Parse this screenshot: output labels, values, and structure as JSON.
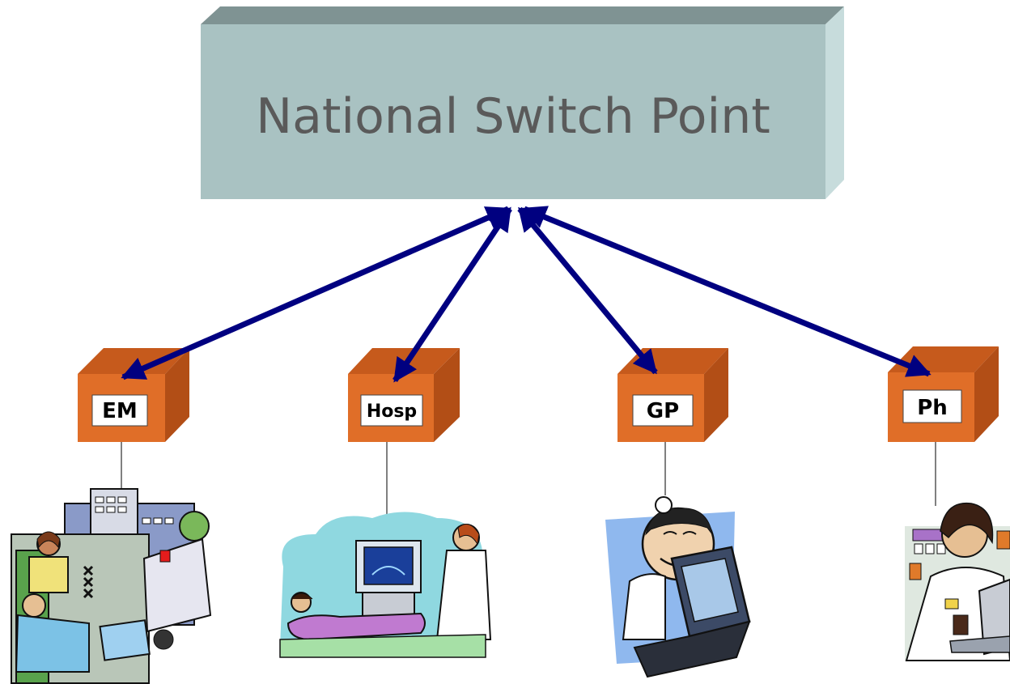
{
  "diagram": {
    "hub": {
      "label": "National Switch Point",
      "front_color": "#a9c2c2",
      "top_color": "#7f9393",
      "side_color": "#c7dcdc",
      "text_color": "#5a5a5a"
    },
    "arrow_color": "#000080",
    "nodes": [
      {
        "id": "em",
        "label": "EM",
        "illustration": "emergency-scene"
      },
      {
        "id": "hosp",
        "label": "Hosp",
        "illustration": "ultrasound-scene"
      },
      {
        "id": "gp",
        "label": "GP",
        "illustration": "doctor-laptop-scene"
      },
      {
        "id": "ph",
        "label": "Ph",
        "illustration": "pharmacist-scene"
      }
    ],
    "node_colors": {
      "front": "#e06e28",
      "top": "#c65a1c",
      "side": "#b24e16",
      "label_bg": "#ffffff"
    }
  }
}
